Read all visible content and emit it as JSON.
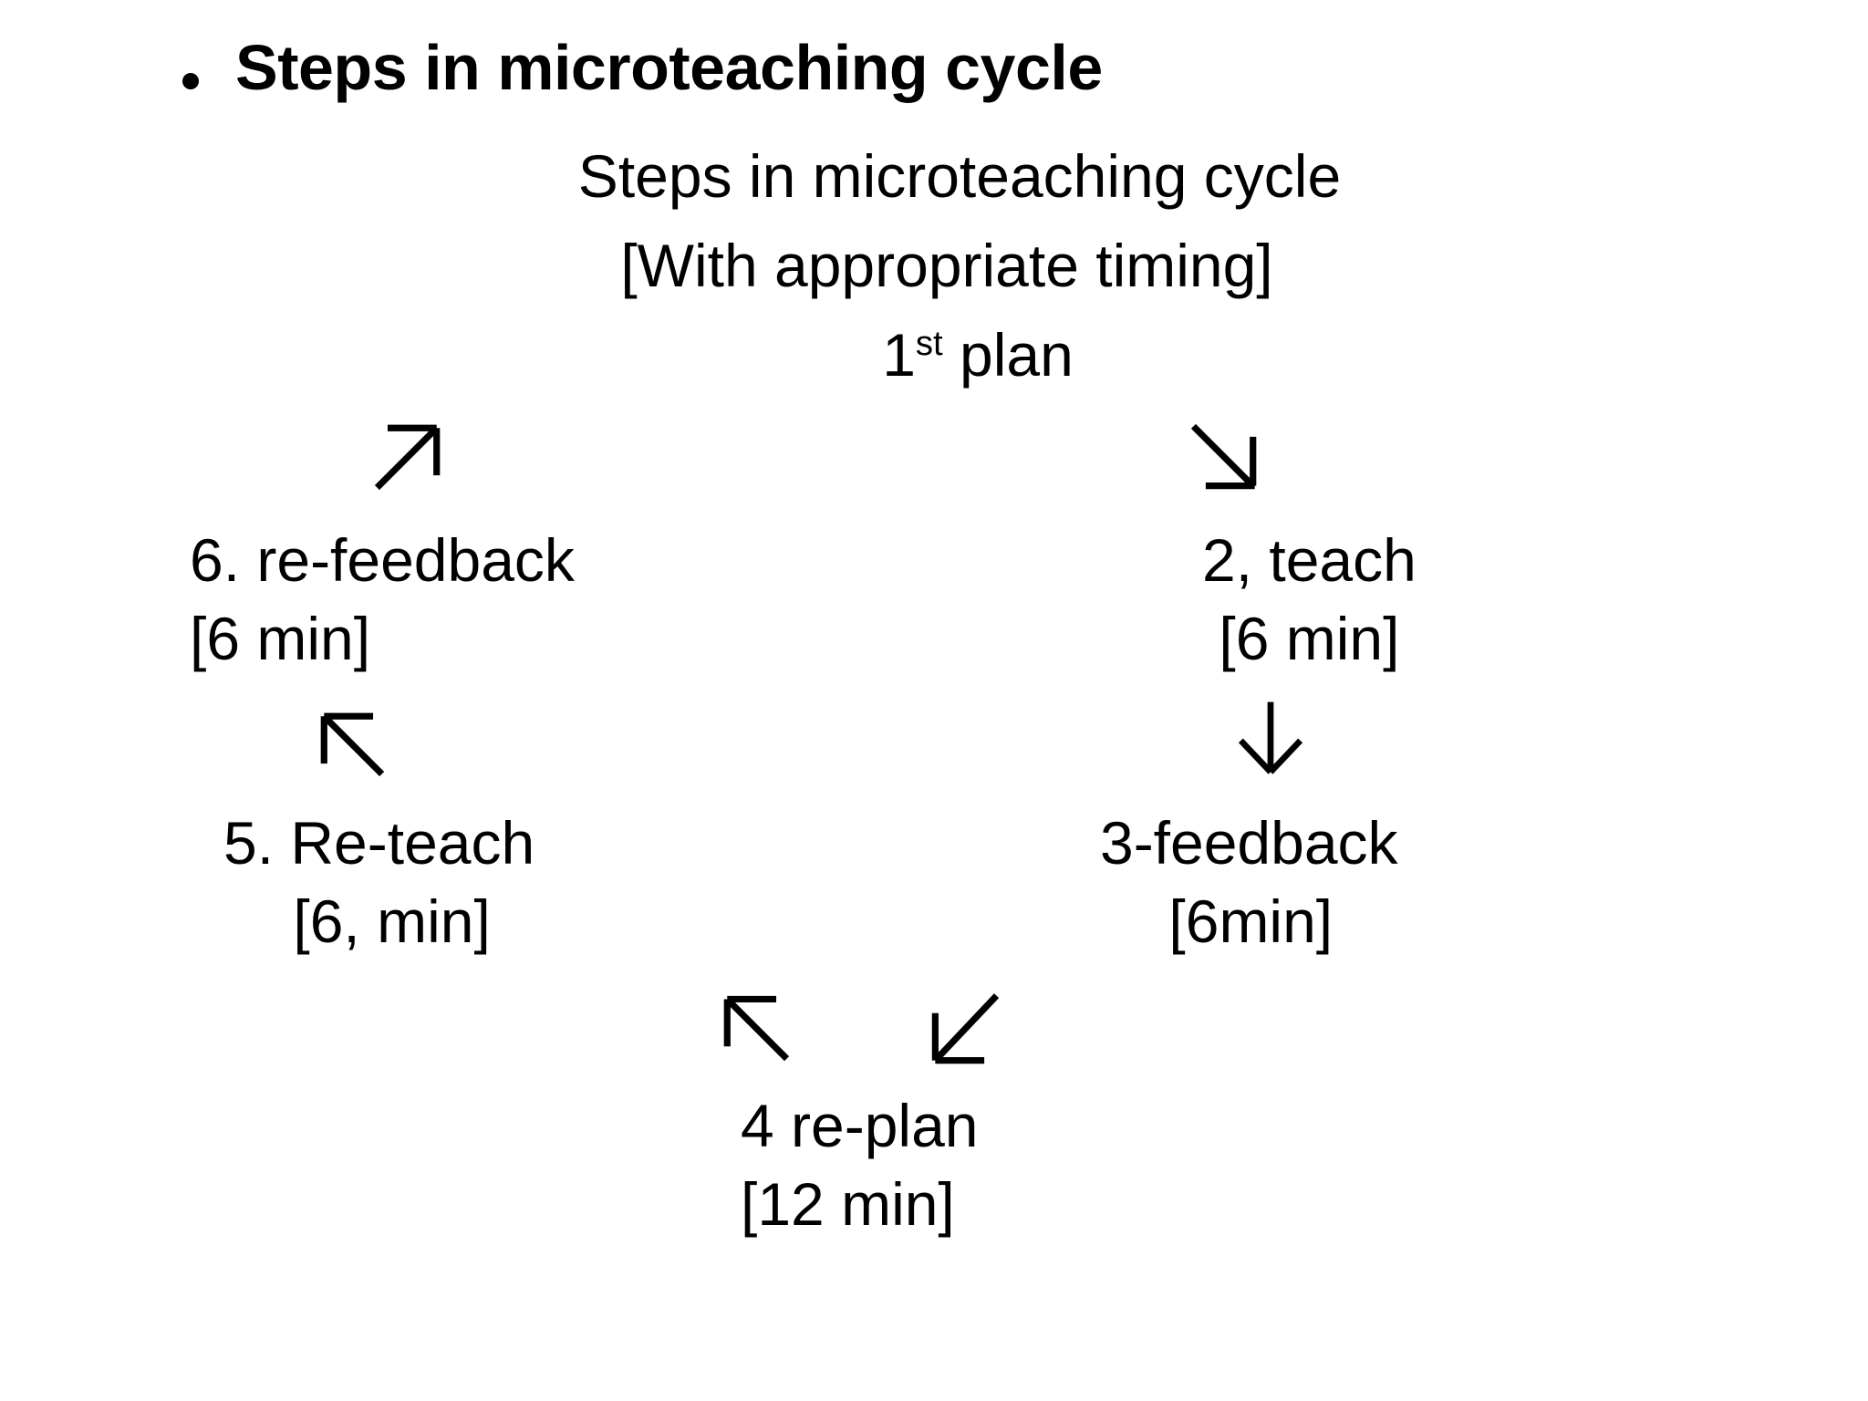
{
  "slide": {
    "background_color": "#ffffff",
    "text_color": "#000000",
    "heading": {
      "bullet": "•",
      "text": "Steps in microteaching cycle"
    },
    "subtitle_lines": [
      "Steps in microteaching cycle",
      "[With appropriate timing]"
    ],
    "start_node": {
      "number": "1",
      "ordinal_suffix": "st",
      "label": " plan"
    },
    "cycle_nodes": [
      {
        "id": "node-2",
        "title": "2, teach",
        "duration": "[6 min]"
      },
      {
        "id": "node-3",
        "title": "3-feedback",
        "duration": "[6min]"
      },
      {
        "id": "node-4",
        "title": "4 re-plan",
        "duration": "[12 min]"
      },
      {
        "id": "node-5",
        "title": "5. Re-teach",
        "duration": "[6, min]"
      },
      {
        "id": "node-6",
        "title": "6. re-feedback",
        "duration": "[6 min]"
      }
    ],
    "arrows": [
      {
        "id": "arrow-ne",
        "glyph": "↗",
        "direction": "up-right",
        "semantic": "arrow-up-right-icon"
      },
      {
        "id": "arrow-se",
        "glyph": "↘",
        "direction": "down-right",
        "semantic": "arrow-down-right-icon"
      },
      {
        "id": "arrow-nw-mid",
        "glyph": "↖",
        "direction": "up-left",
        "semantic": "arrow-up-left-icon"
      },
      {
        "id": "arrow-down",
        "glyph": "↓",
        "direction": "down",
        "semantic": "arrow-down-icon"
      },
      {
        "id": "arrow-nw-bot",
        "glyph": "↖",
        "direction": "up-left",
        "semantic": "arrow-up-left-icon"
      },
      {
        "id": "arrow-sw-bot",
        "glyph": "↙",
        "direction": "down-left",
        "semantic": "arrow-down-left-icon"
      }
    ]
  }
}
